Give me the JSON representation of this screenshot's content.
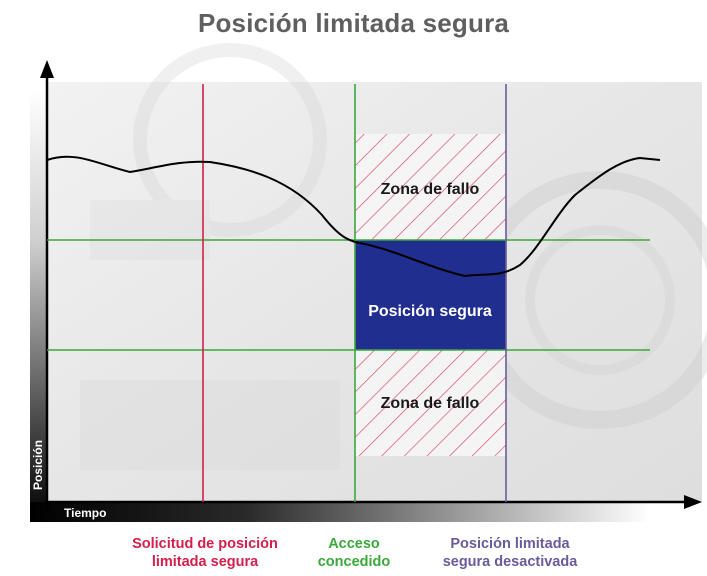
{
  "title": "Posición limitada segura",
  "axes": {
    "x_label": "Tiempo",
    "y_label": "Posición"
  },
  "zones": {
    "upper_fault": "Zona de fallo",
    "safe": "Posición segura",
    "lower_fault": "Zona de fallo"
  },
  "captions": {
    "request": "Solicitud de posición\nlimitada segura",
    "granted": "Acceso\nconcedido",
    "deactivated": "Posición limitada\nsegura desactivada"
  },
  "colors": {
    "request_line": "#d31f4a",
    "granted_line": "#3aa83a",
    "deactivated_line": "#6a5b9c",
    "safe_zone": "#1f2e8f",
    "fault_hatch": "#d9435f",
    "title": "#5f5f5f"
  }
}
